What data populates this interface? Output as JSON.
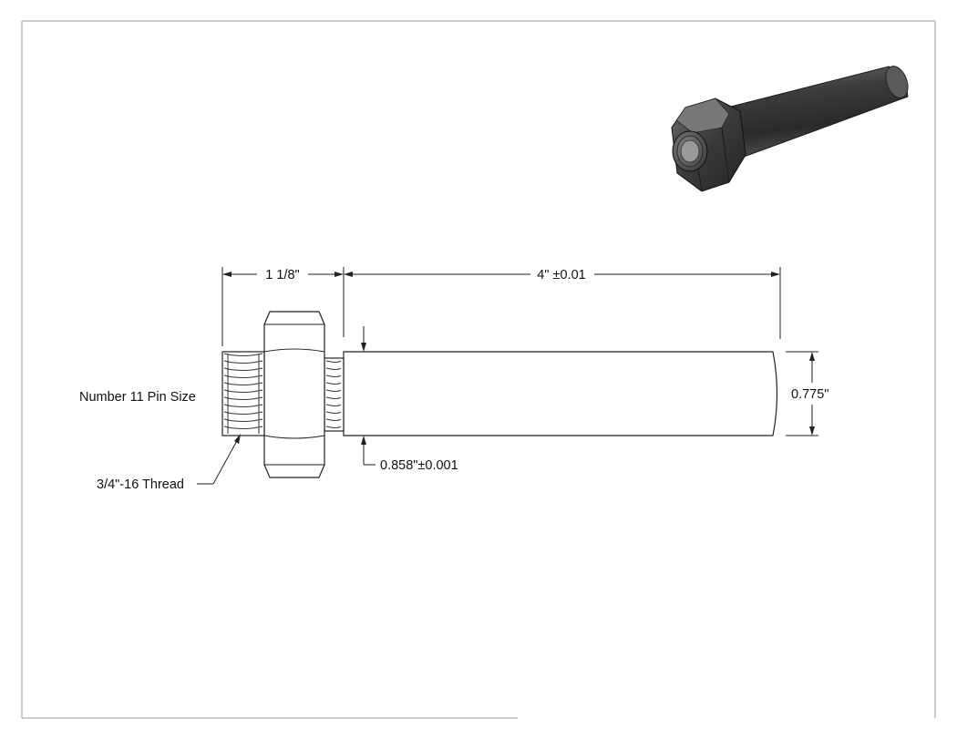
{
  "dimensions": {
    "nut_width": "1 1/8\"",
    "pin_length": "4\" ±0.01",
    "tip_diameter": "0.775\"",
    "body_diameter": "0.858\"±0.001"
  },
  "callouts": {
    "pin_size": "Number 11 Pin Size",
    "thread": "3/4\"-16 Thread"
  },
  "colors": {
    "line": "#222222",
    "border": "#999999",
    "render_dark": "#2a2a2a",
    "render_light": "#6a6a6a"
  }
}
